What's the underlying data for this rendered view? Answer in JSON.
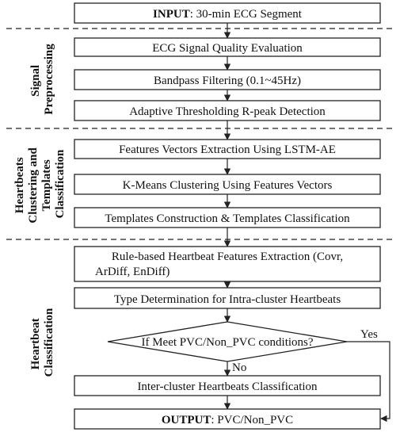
{
  "flowchart": {
    "input": {
      "bold": "INPUT",
      "rest": ": 30-min ECG Segment"
    },
    "steps": {
      "quality": "ECG Signal Quality Evaluation",
      "bandpass": "Bandpass Filtering (0.1~45Hz)",
      "rpeak": "Adaptive Thresholding R-peak Detection",
      "features": "Features Vectors Extraction Using LSTM-AE",
      "kmeans": "K-Means Clustering Using Features Vectors",
      "templates": "Templates Construction & Templates Classification",
      "rule_line1": "Rule-based Heartbeat Features Extraction (Covr,",
      "rule_line2": "ArDiff, EnDiff)",
      "type": "Type Determination for Intra-cluster Heartbeats",
      "decision": "If Meet PVC/Non_PVC conditions?",
      "inter": "Inter-cluster Heartbeats Classification"
    },
    "output": {
      "bold": "OUTPUT",
      "rest": ": PVC/Non_PVC"
    },
    "branches": {
      "yes": "Yes",
      "no": "No"
    },
    "sections": {
      "preprocessing": [
        "Signal",
        "Preprocessing"
      ],
      "clustering": [
        "Heartbeats",
        "Clustering and",
        "Templates",
        "Classification"
      ],
      "classification": [
        "Heartbeat",
        "Classification"
      ]
    }
  }
}
